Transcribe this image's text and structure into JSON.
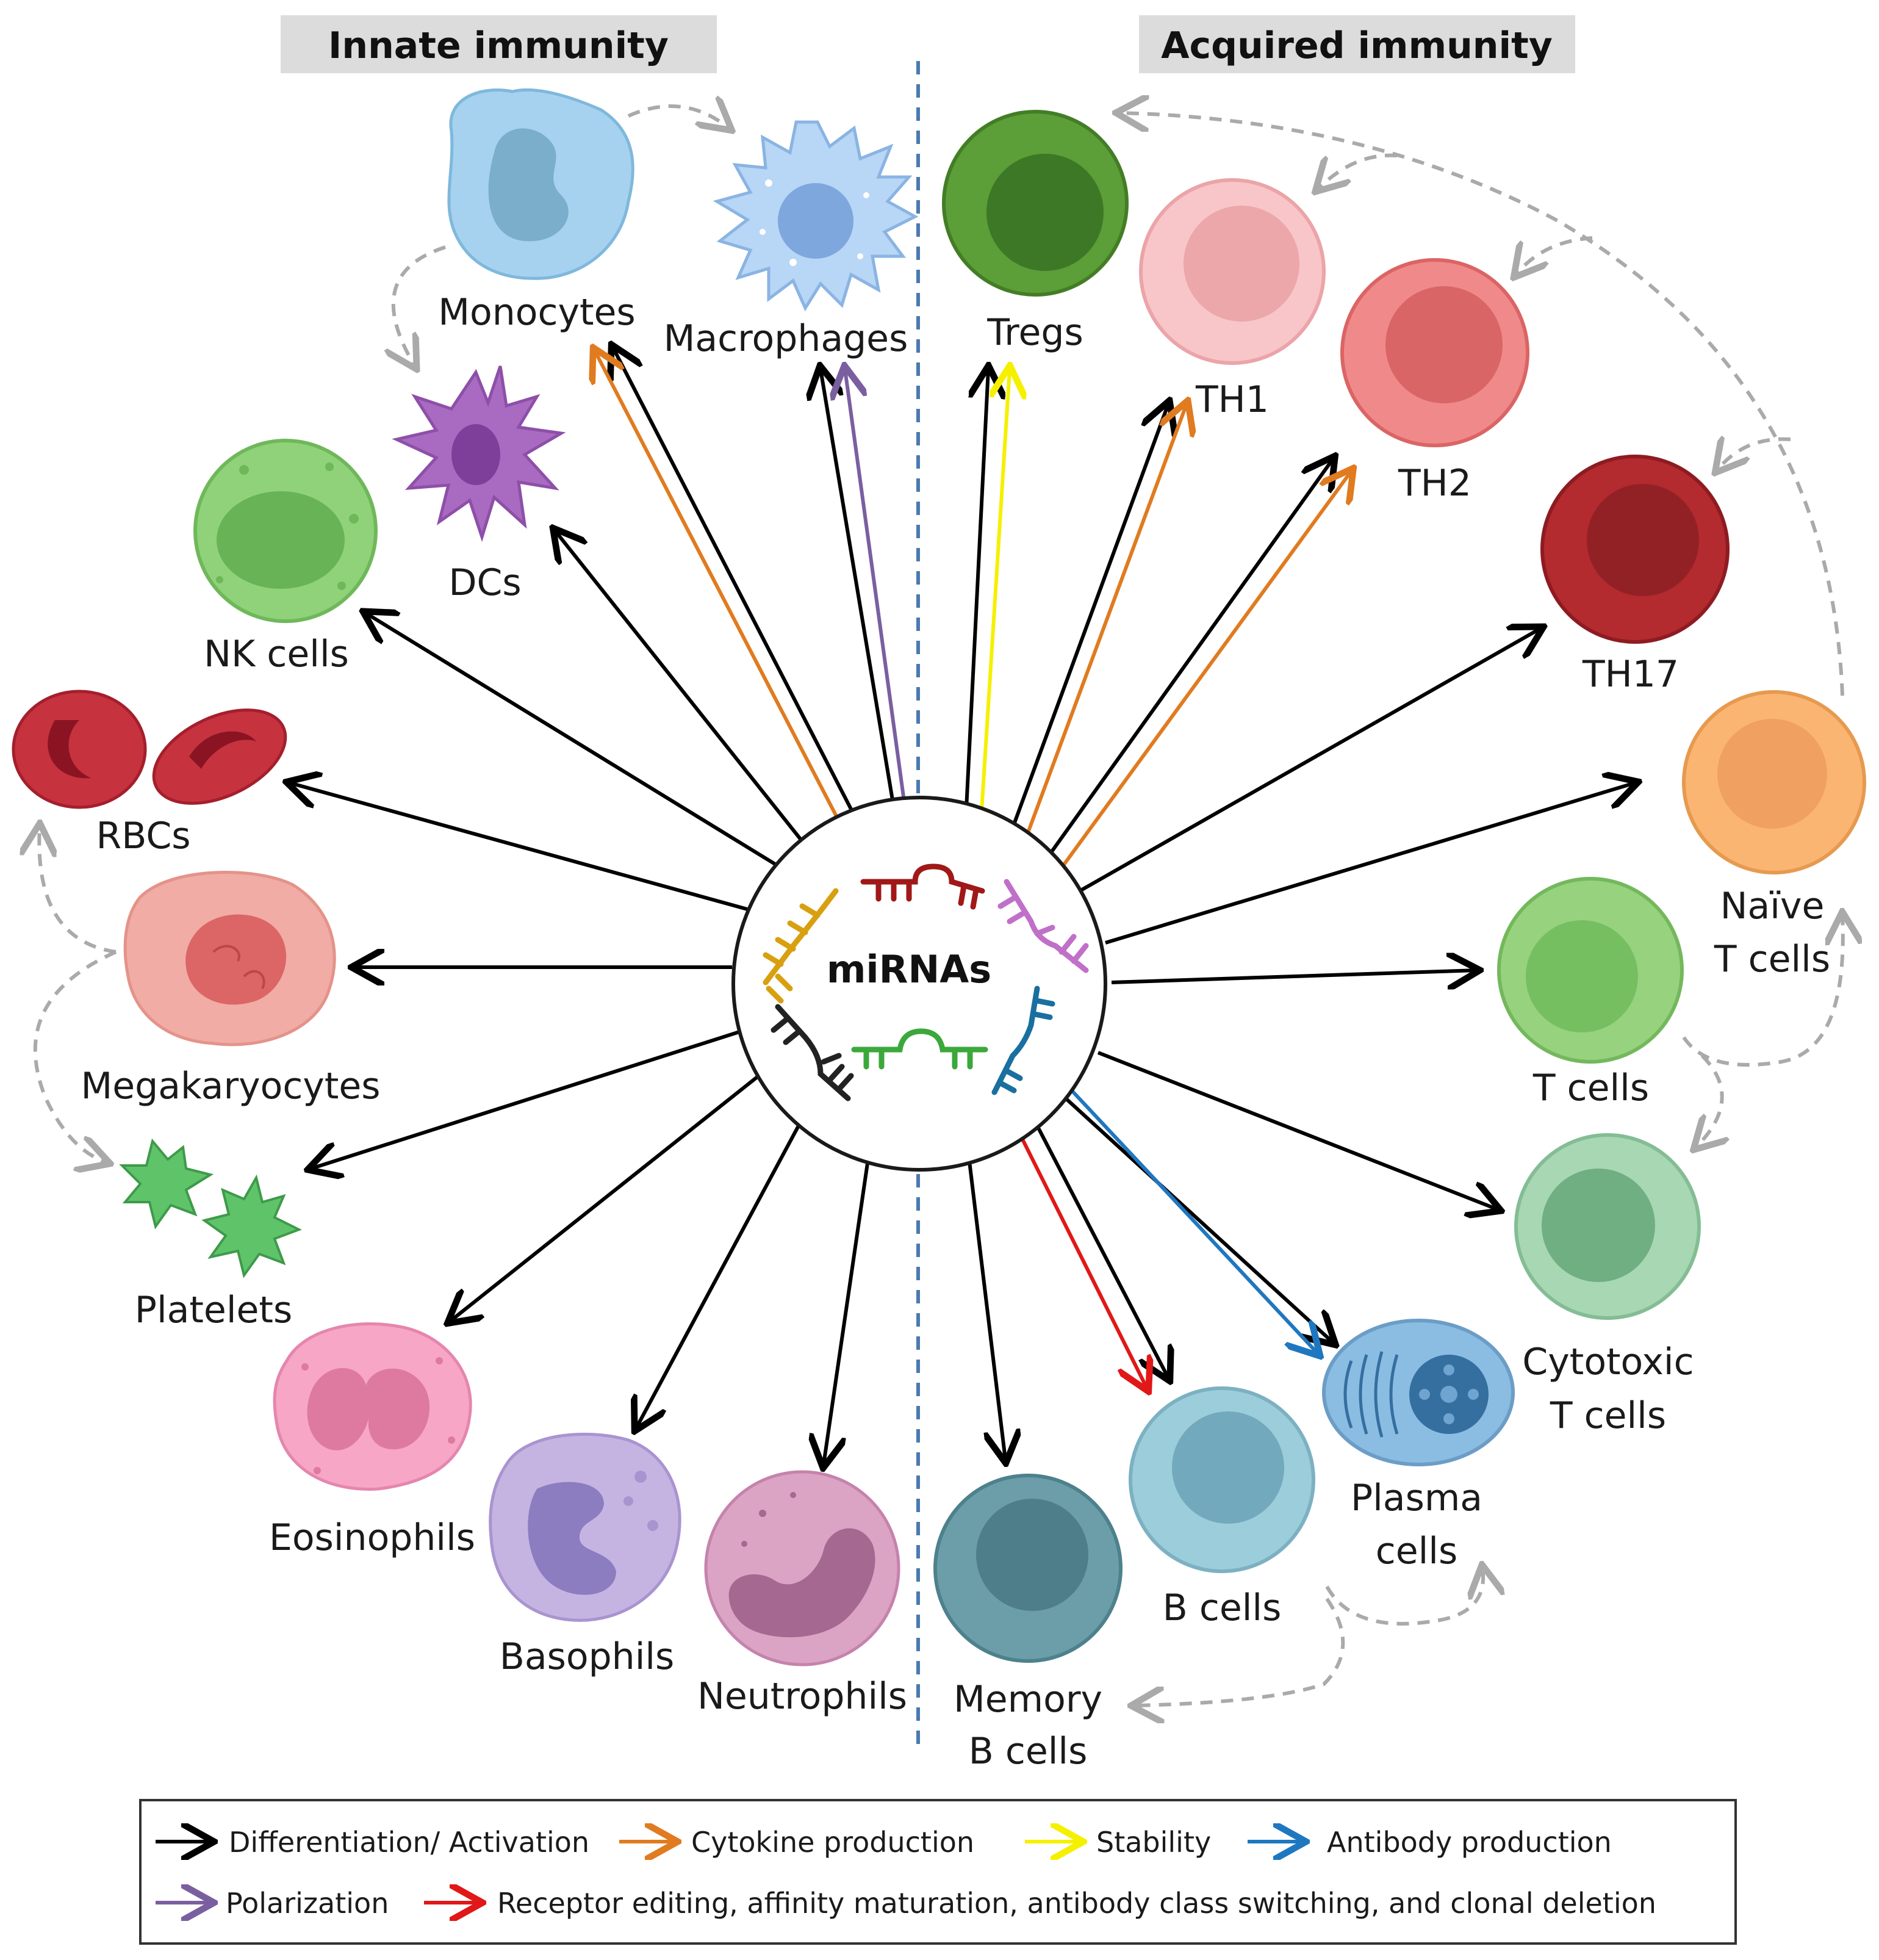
{
  "headers": {
    "innate": "Innate immunity",
    "acquired": "Acquired immunity"
  },
  "center": {
    "label": "miRNAs"
  },
  "colors": {
    "black": "#000000",
    "orange": "#e07b20",
    "yellow": "#f5f000",
    "blue": "#1f77c0",
    "purple": "#7a5fa0",
    "red": "#e01818",
    "dashed": "#aaaaaa",
    "divider": "#4a7ab0"
  },
  "cells": {
    "monocytes": {
      "label": "Monocytes"
    },
    "macrophages": {
      "label": "Macrophages"
    },
    "dcs": {
      "label": "DCs"
    },
    "nk": {
      "label": "NK cells"
    },
    "rbcs": {
      "label": "RBCs"
    },
    "megakaryocytes": {
      "label": "Megakaryocytes"
    },
    "platelets": {
      "label": "Platelets"
    },
    "eosinophils": {
      "label": "Eosinophils"
    },
    "basophils": {
      "label": "Basophils"
    },
    "neutrophils": {
      "label": "Neutrophils"
    },
    "tregs": {
      "label": "Tregs"
    },
    "th1": {
      "label": "TH1"
    },
    "th2": {
      "label": "TH2"
    },
    "th17": {
      "label": "TH17"
    },
    "naive": {
      "label1": "Naïve",
      "label2": "T cells"
    },
    "tcells": {
      "label": "T cells"
    },
    "cytotoxic": {
      "label1": "Cytotoxic",
      "label2": "T cells"
    },
    "plasma": {
      "label1": "Plasma",
      "label2": "cells"
    },
    "bcells": {
      "label": "B cells"
    },
    "memory": {
      "label1": "Memory",
      "label2": "B cells"
    }
  },
  "legend": [
    {
      "color": "black",
      "label": "Differentiation/ Activation"
    },
    {
      "color": "orange",
      "label": "Cytokine production"
    },
    {
      "color": "yellow",
      "label": "Stability"
    },
    {
      "color": "blue",
      "label": "Antibody production"
    },
    {
      "color": "purple",
      "label": "Polarization"
    },
    {
      "color": "red",
      "label": "Receptor editing, affinity maturation, antibody class switching, and clonal deletion"
    }
  ]
}
